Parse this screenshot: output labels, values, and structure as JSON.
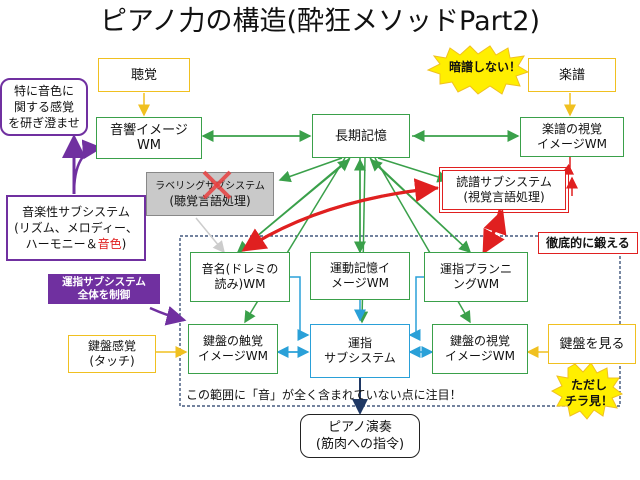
{
  "title": "ピアノ力の構造(酔狂メソッドPart2)",
  "nodes": {
    "choukaku": "聴覚",
    "onkyo": [
      "音響イメージ",
      "WM"
    ],
    "gakufu": "楽譜",
    "gakufu_shikaku": [
      "楽譜の視覚",
      "イメージWM"
    ],
    "chouki": "長期記憶",
    "labeling": [
      "ラベリングサブシステム",
      "(聴覚言語処理)"
    ],
    "dokufu": [
      "読譜サブシステム",
      "(視覚言語処理)"
    ],
    "ongakusei": [
      "音楽性サブシステム",
      "(リズム、メロディー、",
      "ハーモニー＆",
      "音色",
      ")"
    ],
    "tokuni": [
      "特に音色に",
      "関する感覚",
      "を研ぎ澄ませ"
    ],
    "onmei": [
      "音名(ドレミの",
      "読み)WM"
    ],
    "undou": [
      "運動記憶イ",
      "メージWM"
    ],
    "unshi_plan": [
      "運指プランニ",
      "ングWM"
    ],
    "kenban_kankaku": [
      "鍵盤感覚",
      "(タッチ)"
    ],
    "kenban_shokkaku": [
      "鍵盤の触覚",
      "イメージWM"
    ],
    "unshi_sub": [
      "運指",
      "サブシステム"
    ],
    "kenban_shikaku": [
      "鍵盤の視覚",
      "イメージWM"
    ],
    "kenban_miru": "鍵盤を見る",
    "piano": [
      "ピアノ演奏",
      "(筋肉への指令)"
    ]
  },
  "callouts": {
    "anfu": "暗譜しない！",
    "tettei": "徹底的に鍛える",
    "unshi_control": [
      "運指サブシステム",
      "全体を制御"
    ],
    "chiramiru": [
      "ただし",
      "チラ見！"
    ]
  },
  "region_note": "この範囲に「音」が全く含まれていない点に注目！",
  "colors": {
    "yellow": "#f0c020",
    "green": "#3aa04a",
    "blue": "#2aa0d8",
    "purple": "#7030a0",
    "red": "#e02020",
    "gray": "#c9c9c9",
    "navy": "#1f3864"
  }
}
